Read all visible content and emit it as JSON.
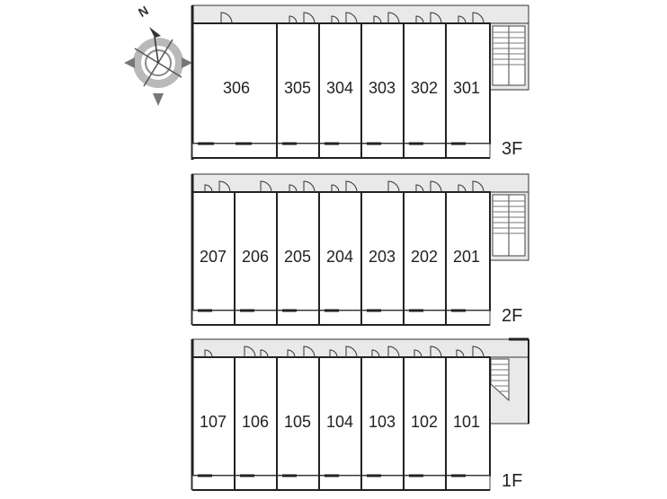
{
  "compass": {
    "north_label": "N"
  },
  "floors": [
    {
      "id": "3f",
      "label": "3F",
      "units": [
        "306",
        "305",
        "304",
        "303",
        "302",
        "301"
      ]
    },
    {
      "id": "2f",
      "label": "2F",
      "units": [
        "207",
        "206",
        "205",
        "204",
        "203",
        "202",
        "201"
      ]
    },
    {
      "id": "1f",
      "label": "1F",
      "units": [
        "107",
        "106",
        "105",
        "104",
        "103",
        "102",
        "101"
      ]
    }
  ],
  "colors": {
    "line": "#222222",
    "fill": "#ffffff",
    "corridor": "#e9e9e9",
    "compass": "#8a8a8a"
  }
}
